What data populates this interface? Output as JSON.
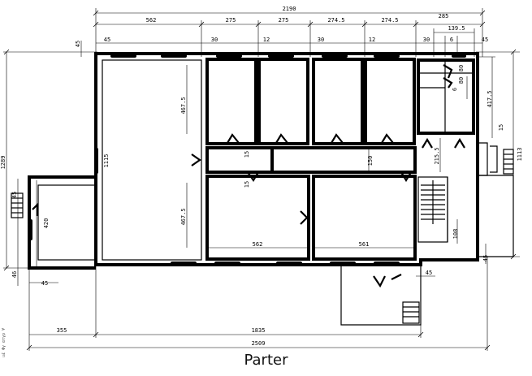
{
  "caption": "Parter",
  "corner_note": "u£ Φγ ατγρ ¥",
  "dimensions": {
    "top_total": "2190",
    "top_562": "562",
    "top_275_a": "275",
    "top_275_b": "275",
    "top_2745_a": "274.5",
    "top_2745_b": "274.5",
    "top_285": "285",
    "top_1395": "139.5",
    "top_6": "6",
    "wall_45_a": "45",
    "wall_30_a": "30",
    "wall_12_a": "12",
    "wall_30_b": "30",
    "wall_12_b": "12",
    "wall_30_c": "30",
    "wall_45_b": "45",
    "left_45": "45",
    "left_1289": "1289",
    "left_1115": "1115",
    "left_45_side": "45",
    "left_420": "420",
    "left_46": "46",
    "bottom_45": "45",
    "room_4675_a": "467.5",
    "room_4675_b": "467.5",
    "corr_15_a": "15",
    "corr_15_b": "15",
    "corr_150": "150",
    "stair_2155": "215.5",
    "stair_108": "108",
    "right_4175": "417.5",
    "right_15": "15",
    "right_1113": "1113",
    "right_45": "45",
    "entry_45": "45",
    "room_562": "562",
    "room_561": "561",
    "small_80_a": "80",
    "small_80_b": "80",
    "small_6": "6",
    "bottom_355": "355",
    "bottom_1835": "1835",
    "bottom_2509": "2509"
  }
}
